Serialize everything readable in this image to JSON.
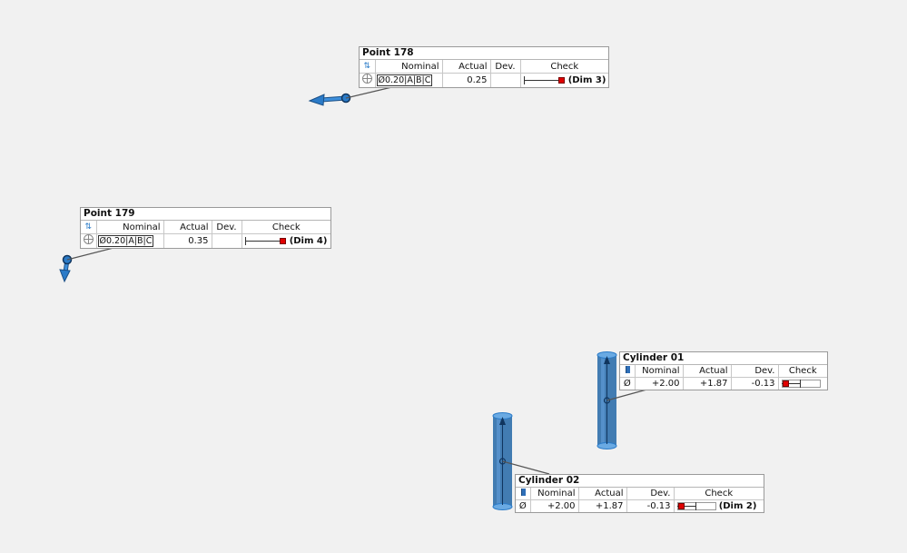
{
  "labels": [
    {
      "title": "Point 178",
      "headers": [
        "",
        "Nominal",
        "Actual",
        "Dev.",
        "Check"
      ],
      "row": {
        "symbol": "position-icon",
        "nominal": "Ø0.20|A|B|C",
        "actual": "0.25",
        "dev": "",
        "dim": "(Dim 3)"
      }
    },
    {
      "title": "Point 179",
      "headers": [
        "",
        "Nominal",
        "Actual",
        "Dev.",
        "Check"
      ],
      "row": {
        "symbol": "position-icon",
        "nominal": "Ø0.20|A|B|C",
        "actual": "0.35",
        "dev": "",
        "dim": "(Dim 4)"
      }
    },
    {
      "title": "Cylinder 01",
      "headers": [
        "",
        "Nominal",
        "Actual",
        "Dev.",
        "Check"
      ],
      "row": {
        "symbol": "Ø",
        "nominal": "+2.00",
        "actual": "+1.87",
        "dev": "-0.13",
        "dim": ""
      }
    },
    {
      "title": "Cylinder 02",
      "headers": [
        "",
        "Nominal",
        "Actual",
        "Dev.",
        "Check"
      ],
      "row": {
        "symbol": "Ø",
        "nominal": "+2.00",
        "actual": "+1.87",
        "dev": "-0.13",
        "dim": "(Dim 2)"
      }
    }
  ],
  "colors": {
    "out_of_tolerance": "#e00000",
    "feature_blue": "#2b7bc8"
  }
}
